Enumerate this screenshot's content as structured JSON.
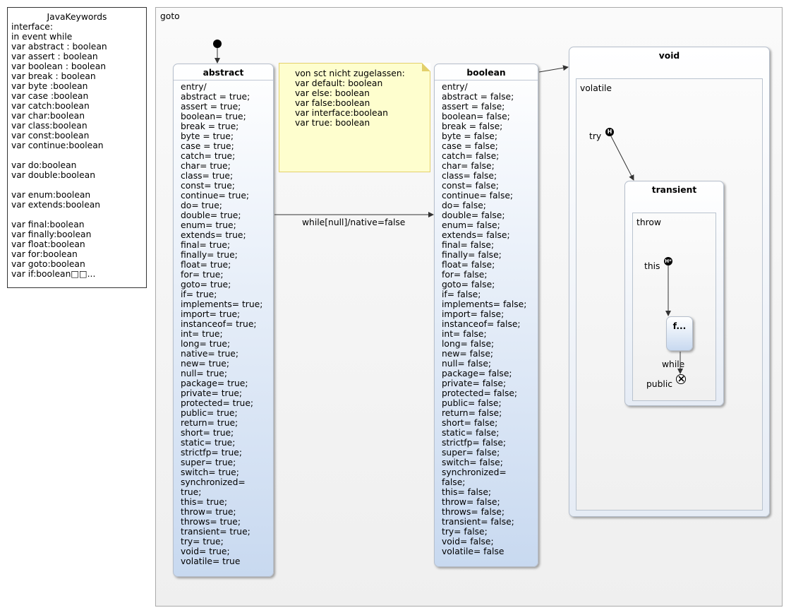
{
  "definition": {
    "title": "JavaKeywords",
    "lines": [
      "interface:",
      "in event while",
      "var abstract : boolean",
      "var assert : boolean",
      "var boolean : boolean",
      "var break : boolean",
      "var byte :boolean",
      "var case :boolean",
      "var catch:boolean",
      "var char:boolean",
      "var class:boolean",
      "var const:boolean",
      "var continue:boolean",
      "",
      "var do:boolean",
      "var double:boolean",
      "",
      "var enum:boolean",
      "var extends:boolean",
      "",
      "var final:boolean",
      "var finally:boolean",
      "var float:boolean",
      "var for:boolean",
      "var goto:boolean",
      "var if:boolean□□..."
    ]
  },
  "region": {
    "label": "goto"
  },
  "initial_state": {
    "name": "abstract"
  },
  "state_abstract": {
    "name": "abstract",
    "lines": [
      "entry/",
      "abstract = true;",
      "assert = true;",
      "boolean= true;",
      "break = true;",
      "byte = true;",
      "case = true;",
      "catch= true;",
      "char= true;",
      "class= true;",
      "const= true;",
      "continue= true;",
      "do= true;",
      "double= true;",
      "enum= true;",
      "extends= true;",
      "final= true;",
      "finally= true;",
      "float= true;",
      "for= true;",
      "goto= true;",
      "if= true;",
      "implements= true;",
      "import= true;",
      "instanceof= true;",
      "int= true;",
      "long= true;",
      "native= true;",
      "new= true;",
      "null= true;",
      "package= true;",
      "private= true;",
      "protected= true;",
      "public= true;",
      "return= true;",
      "short= true;",
      "static= true;",
      "strictfp= true;",
      "super= true;",
      "switch= true;",
      "synchronized=",
      "true;",
      "this= true;",
      "throw= true;",
      "throws= true;",
      "transient= true;",
      "try= true;",
      "void= true;",
      "volatile= true"
    ]
  },
  "note": {
    "lines": [
      "von sct nicht zugelassen:",
      "var default: boolean",
      "var else: boolean",
      "var false:boolean",
      "var interface:boolean",
      "var true: boolean"
    ]
  },
  "state_boolean": {
    "name": "boolean",
    "lines": [
      "entry/",
      "abstract = false;",
      "assert = false;",
      "boolean= false;",
      "break = false;",
      "byte = false;",
      "case = false;",
      "catch= false;",
      "char= false;",
      "class= false;",
      "const= false;",
      "continue= false;",
      "do= false;",
      "double= false;",
      "enum= false;",
      "extends= false;",
      "final= false;",
      "finally= false;",
      "float= false;",
      "for= false;",
      "goto= false;",
      "if= false;",
      "implements= false;",
      "import= false;",
      "instanceof= false;",
      "int= false;",
      "long= false;",
      "new= false;",
      "null= false;",
      "package= false;",
      "private= false;",
      "protected= false;",
      "public= false;",
      "return= false;",
      "short= false;",
      "static= false;",
      "strictfp= false;",
      "super= false;",
      "switch= false;",
      "synchronized=",
      "false;",
      "this= false;",
      "throw= false;",
      "throws= false;",
      "transient= false;",
      "try= false;",
      "void= false;",
      "volatile= false"
    ]
  },
  "transition_main": {
    "label": "while[null]/native=false"
  },
  "state_void": {
    "name": "void",
    "region_label": "volatile",
    "history_entry": {
      "label": "try",
      "symbol": "H"
    },
    "state_transient": {
      "name": "transient",
      "region_label": "throw",
      "deep_history": {
        "label": "this",
        "symbol": "H*"
      },
      "state_f": {
        "name": "f..."
      },
      "exit_transition": {
        "label": "while"
      },
      "final_state": {
        "label": "public",
        "symbol": "⊗"
      }
    }
  }
}
